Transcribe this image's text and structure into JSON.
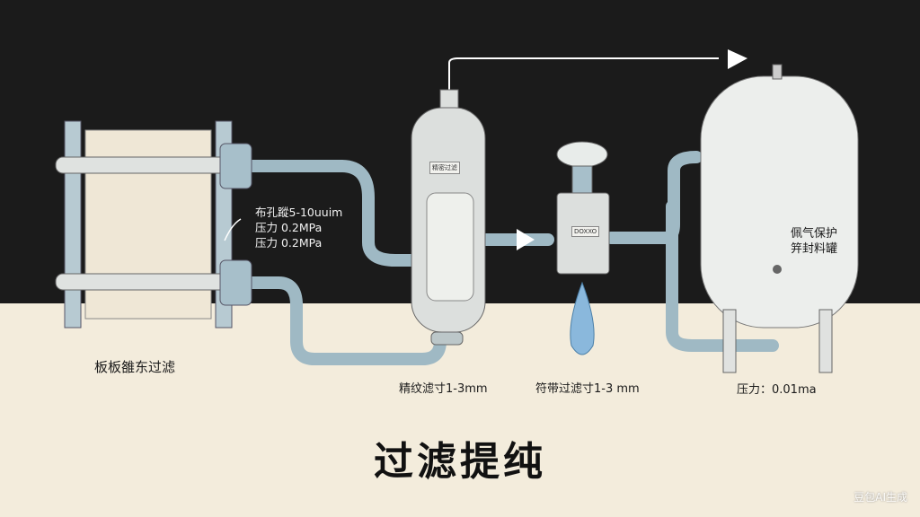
{
  "title": "过滤提纯",
  "watermark": "豆包AI生成",
  "plate_filter": {
    "label": "板板雒东过滤",
    "specs": [
      "布孔蹤5-10uuim",
      "压力 0.2MPa",
      "压力 0.2MPa"
    ]
  },
  "fine_filter": {
    "label": "精纹滤寸1-3mm",
    "tag": "精密过滤"
  },
  "bag_filter": {
    "label": "符带过滤寸1-3 mm",
    "tag": "DOXXO"
  },
  "tank": {
    "label_lines": [
      "佩气保护",
      "笄封料罐"
    ],
    "pressure": "压力：0.01ma"
  },
  "colors": {
    "dark_bg": "#1b1b1b",
    "floor": "#f3ecdc",
    "pipe": "#9fb9c4",
    "metal": "#dcdfdd"
  }
}
